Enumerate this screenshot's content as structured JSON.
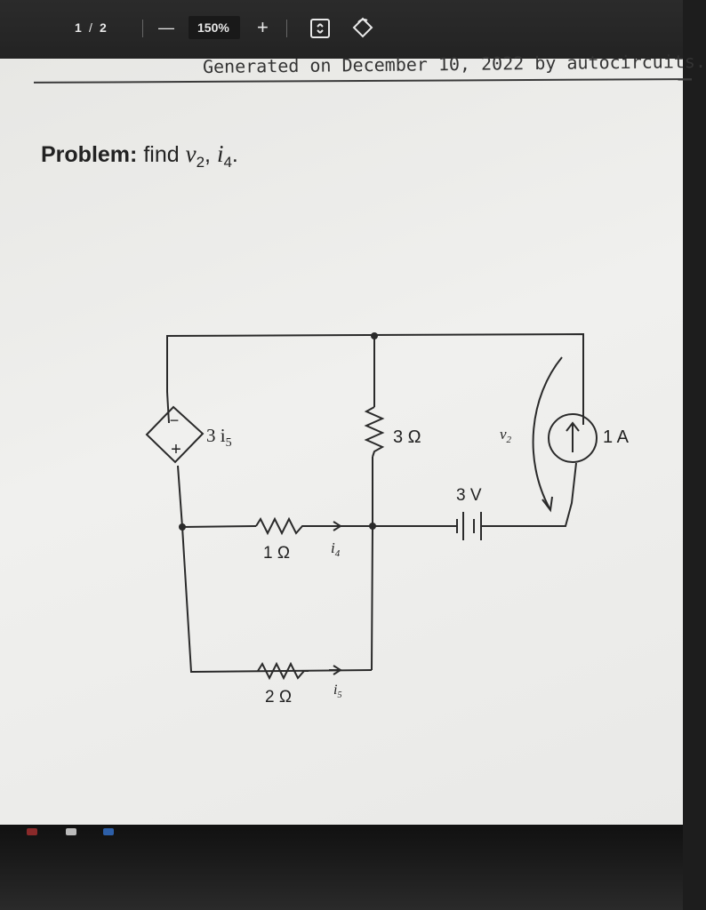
{
  "toolbar": {
    "page_current": "1",
    "page_sep": "/",
    "page_total": "2",
    "zoom_out_label": "—",
    "zoom_level": "150%",
    "zoom_in_label": "+"
  },
  "document": {
    "header": "Generated on December 10, 2022 by autocircuits.",
    "problem_label": "Problem:",
    "problem_text": "find",
    "var_v": "v",
    "var_v_sub": "2",
    "comma": ",",
    "var_i": "i",
    "var_i_sub": "4",
    "period": "."
  },
  "circuit": {
    "dep_source_label": "3 i",
    "dep_source_sub": "5",
    "res_top_label": "3 Ω",
    "res_1_label": "1 Ω",
    "res_2_label": "2 Ω",
    "i4_label": "i",
    "i4_sub": "4",
    "i5_label": "i",
    "i5_sub": "5",
    "battery_label": "3 V",
    "v2_label": "v",
    "v2_sub": "2",
    "current_source_label": "1 A",
    "dep_minus": "−",
    "dep_plus": "+"
  },
  "colors": {
    "wire": "#2a2a2a",
    "toolbar_bg": "#262626",
    "page_bg": "#ececea"
  }
}
